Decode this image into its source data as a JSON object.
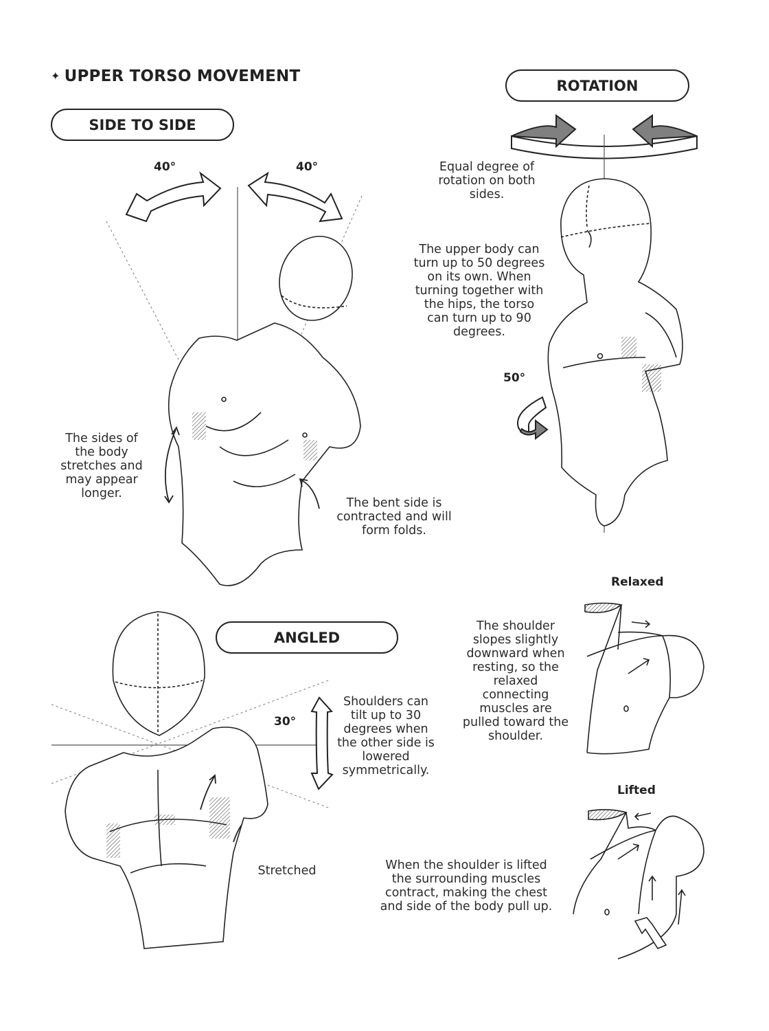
{
  "page": {
    "title": "UPPER TORSO MOVEMENT",
    "title_icon": "four-point-star-icon"
  },
  "sections": {
    "side_to_side": {
      "label": "SIDE TO SIDE",
      "angle_left": "40°",
      "angle_right": "40°",
      "note_stretch": "The sides of the body stretches and may appear longer.",
      "note_bent": "The bent side is contracted and will form folds."
    },
    "rotation": {
      "label": "ROTATION",
      "note_equal": "Equal degree of rotation on both sides.",
      "note_turn": "The upper body can turn up to 50 degrees on its own. When turning together with the hips, the torso can turn up to 90 degrees.",
      "angle": "50°"
    },
    "angled": {
      "label": "ANGLED",
      "angle": "30°",
      "note_tilt": "Shoulders can tilt up to 30 degrees when the other side is lowered symmetrically.",
      "stretched_label": "Stretched"
    },
    "shoulder": {
      "relaxed_label": "Relaxed",
      "relaxed_note": "The shoulder slopes slightly downward when resting, so the relaxed connecting muscles are pulled toward the shoulder.",
      "lifted_label": "Lifted",
      "lifted_note": "When the shoulder is lifted the surrounding muscles contract, making the chest and side of the body pull up."
    }
  },
  "colors": {
    "ink": "#222222",
    "arrow_fill": "#808080",
    "guide_line": "#555555"
  }
}
